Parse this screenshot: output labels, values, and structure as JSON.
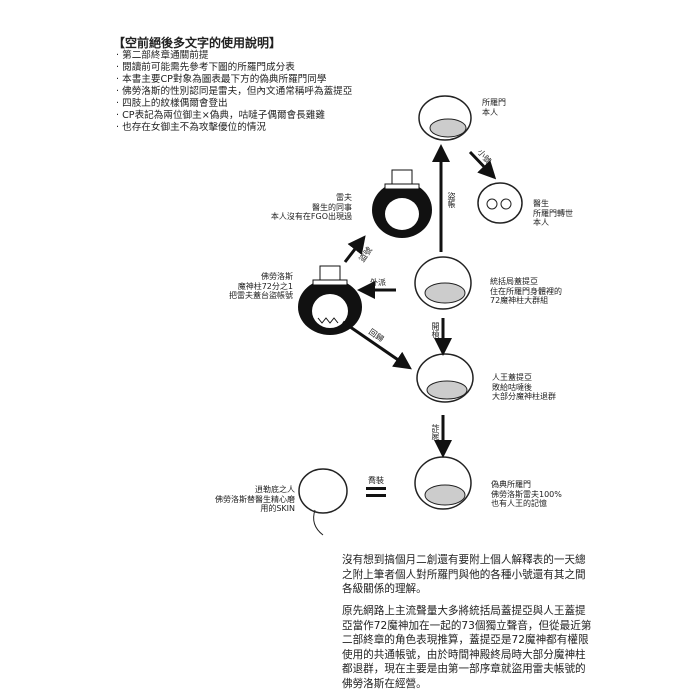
{
  "title": "【空前絕後多文字的使用說明】",
  "bullets": [
    "第二部終章通關前提",
    "閱讀前可能需先參考下圖的所羅門成分表",
    "本書主要CP對象為圖表最下方的偽典所羅門同學",
    "佛勞洛斯的性別認同是雷夫，但內文通常稱呼為蓋提亞",
    "四肢上的紋樣偶爾會登出",
    "CP表記為兩位御主×偽典，咕噠子偶爾會長雞雞",
    "也存在女御主不為攻擊優位的情況"
  ],
  "nodes": {
    "solomon": "所羅門\n本人",
    "doctor": "醫生\n所羅門轉世\n本人",
    "lev": "雷夫\n醫生的同事\n本人沒有在FGO出現過",
    "flauros": "佛勞洛斯\n魔神柱72分之1\n把雷夫蓋台盜帳號",
    "goetia": "統括局蓋提亞\n住在所羅門身體裡的\n72魔神柱大群組",
    "king_goetia": "人王蓋提亞\n敗給咕噠後\n大部分魔神柱退群",
    "pseudo_solomon": "偽典所羅門\n佛勞洛斯雷夫100%\n也有人王的記憶",
    "doctor_skin": "逍勒底之人\n佛勞洛斯替醫生精心磨\n用的SKIN"
  },
  "arrows": {
    "alt_account": "小號",
    "stolen_account": "盜帳",
    "hijack": "盜號",
    "dispatch": "外派",
    "return": "回歸",
    "open": "開槓",
    "revive": "詐屍",
    "disguise": "喬裝"
  },
  "paragraphs": [
    "沒有想到搞個月二創還有要附上個人解釋表的一天總之附上筆者個人對所羅門與他的各種小號還有其之間各級關係的理解。",
    "原先網路上主流聲量大多將統括局蓋提亞與人王蓋提亞當作72魔神加在一起的73個獨立聲音，但從最近第二部終章的角色表現推算，蓋提亞是72魔神都有權限使用的共通帳號，由於時間神殿終局時大部分魔神柱都退群，現在主要是由第一部序章就盜用雷夫帳號的佛勞洛斯在經營。"
  ]
}
